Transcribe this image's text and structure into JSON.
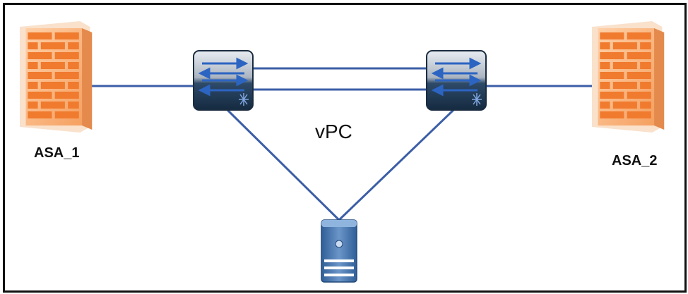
{
  "nodes": {
    "asa1": {
      "label": "ASA_1",
      "icon": "firewall-icon"
    },
    "asa2": {
      "label": "ASA_2",
      "icon": "firewall-icon"
    },
    "switch1": {
      "icon": "switch-icon"
    },
    "switch2": {
      "icon": "switch-icon"
    },
    "server": {
      "icon": "server-icon"
    }
  },
  "annotations": {
    "vpc": "vPC"
  },
  "colors": {
    "link": "#3b5ea6",
    "firewall_orange": "#f5a060",
    "firewall_brick": "#f07a2e",
    "switch_dark": "#1e3550",
    "switch_light": "#bcc6d2",
    "server_blue": "#3d6ea8"
  }
}
